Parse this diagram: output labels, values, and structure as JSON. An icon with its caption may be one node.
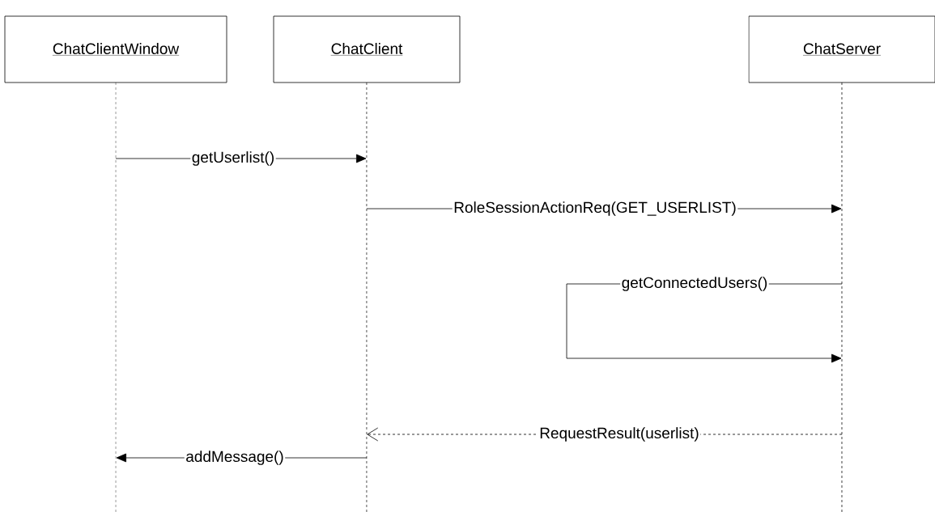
{
  "diagram": {
    "nodes": [
      {
        "text": [
          "ChatClientWindow"
        ]
      },
      {
        "text": [
          "ChatClient"
        ]
      },
      {
        "text": [
          "ChatServer"
        ]
      }
    ],
    "edges": [
      {
        "from": 0,
        "to": 1,
        "arrow": "to",
        "label": "getUserlist()"
      },
      {
        "from": 1,
        "to": 2,
        "arrow": "to",
        "label": "RoleSessionActionReq(GET_USERLIST)"
      },
      {
        "from": 2,
        "to": 2,
        "arrow": "to",
        "label": "getConnectedUsers()"
      },
      {
        "from": 2,
        "to": 1,
        "arrow": "to",
        "label": "RequestResult(userlist)",
        "style": "dashed"
      },
      {
        "from": 1,
        "to": 0,
        "arrow": "to",
        "label": "addMessage()"
      }
    ]
  }
}
